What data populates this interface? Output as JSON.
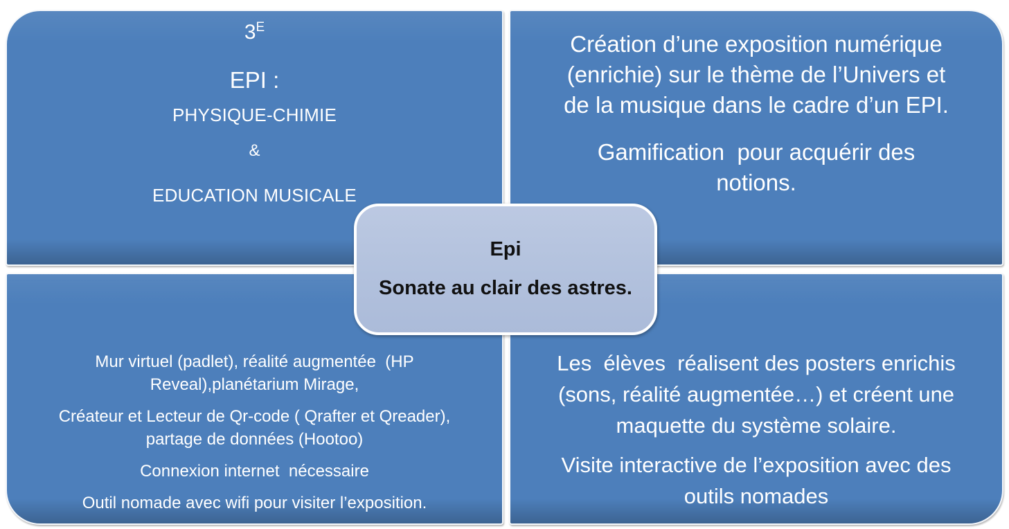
{
  "colors": {
    "quadrant_fill": "#4d7fbb",
    "quadrant_text": "#ffffff",
    "center_fill": "#b2c1dd",
    "center_border": "#ffffff",
    "center_text": "#111111",
    "background": "#ffffff"
  },
  "quadrants": {
    "top_left": {
      "grade_number": "3",
      "grade_sup": "E",
      "lines": [
        "EPI :",
        "PHYSIQUE-CHIMIE",
        "&",
        "EDUCATION MUSICALE"
      ]
    },
    "top_right": {
      "paragraphs": [
        [
          "Création d’une exposition numérique",
          "(enrichie) sur le thème de l’Univers et",
          "de la musique dans le cadre d’un EPI."
        ],
        [
          "Gamification  pour acquérir des",
          "notions."
        ]
      ]
    },
    "bottom_left": {
      "paragraphs": [
        [
          "Mur virtuel (padlet), réalité augmentée  (HP",
          "Reveal),planétarium Mirage,"
        ],
        [
          "Créateur et Lecteur de Qr-code ( Qrafter et Qreader),",
          "partage de données (Hootoo)"
        ],
        [
          "Connexion internet  nécessaire"
        ],
        [
          "Outil nomade avec wifi pour visiter l’exposition."
        ]
      ]
    },
    "bottom_right": {
      "paragraphs": [
        [
          "Les  élèves  réalisent des posters enrichis",
          "(sons, réalité augmentée…) et créent une",
          "maquette du système solaire."
        ],
        [
          "Visite interactive de l’exposition avec des",
          "outils nomades"
        ]
      ]
    }
  },
  "center": {
    "title": "Epi",
    "subtitle": "Sonate au clair des astres."
  }
}
